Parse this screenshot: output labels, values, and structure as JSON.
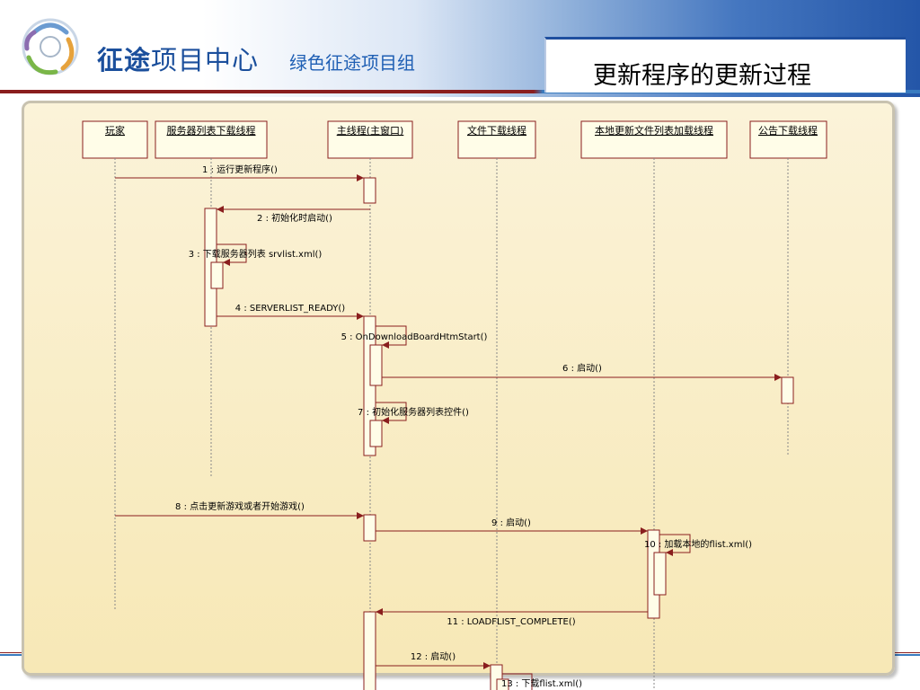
{
  "header": {
    "brand_name_bold": "征途",
    "brand_name_rest": "项目中心",
    "brand_subtitle": "绿色征途项目组",
    "slide_title": "更新程序的更新过程"
  },
  "colors": {
    "brand_blue": "#1b4f9c",
    "accent_red": "#8a1e1e",
    "lifeline_box_fill": "#fffde8",
    "activation_fill": "#fffde8",
    "message_color": "#8a1e1e",
    "panel_fill": "#f7e8b6"
  },
  "lifelines": [
    {
      "id": "player",
      "label": "玩家"
    },
    {
      "id": "srvlist",
      "label": "服务器列表下载线程"
    },
    {
      "id": "main",
      "label": "主线程(主窗口)"
    },
    {
      "id": "filedl",
      "label": "文件下载线程"
    },
    {
      "id": "localflist",
      "label": "本地更新文件列表加载线程"
    },
    {
      "id": "notice",
      "label": "公告下载线程"
    }
  ],
  "messages": [
    {
      "n": "1",
      "label": "1 : 运行更新程序()",
      "from": "player",
      "to": "main"
    },
    {
      "n": "2",
      "label": "2 : 初始化时启动()",
      "from": "main",
      "to": "srvlist"
    },
    {
      "n": "3",
      "label": "3 : 下载服务器列表 srvlist.xml()",
      "from": "srvlist",
      "to": "srvlist"
    },
    {
      "n": "4",
      "label": "4 : SERVERLIST_READY()",
      "from": "srvlist",
      "to": "main"
    },
    {
      "n": "5",
      "label": "5 : OnDownloadBoardHtmStart()",
      "from": "main",
      "to": "main"
    },
    {
      "n": "6",
      "label": "6 : 启动()",
      "from": "main",
      "to": "notice"
    },
    {
      "n": "7",
      "label": "7 : 初始化服务器列表控件()",
      "from": "main",
      "to": "main"
    },
    {
      "n": "8",
      "label": "8 : 点击更新游戏或者开始游戏()",
      "from": "player",
      "to": "main"
    },
    {
      "n": "9",
      "label": "9 : 启动()",
      "from": "main",
      "to": "localflist"
    },
    {
      "n": "10",
      "label": "10 : 加载本地的flist.xml()",
      "from": "localflist",
      "to": "localflist"
    },
    {
      "n": "11",
      "label": "11 : LOADFLIST_COMPLETE()",
      "from": "localflist",
      "to": "main"
    },
    {
      "n": "12",
      "label": "12 : 启动()",
      "from": "main",
      "to": "filedl"
    },
    {
      "n": "13",
      "label": "13 : 下载flist.xml()",
      "from": "filedl",
      "to": "filedl"
    }
  ]
}
